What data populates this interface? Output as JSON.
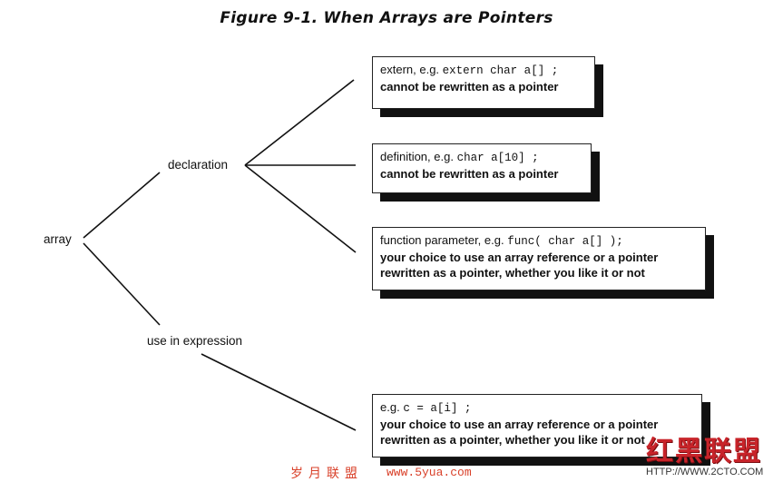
{
  "title": "Figure 9-1. When Arrays are Pointers",
  "nodes": {
    "root": "array",
    "declaration": "declaration",
    "expression": "use in expression"
  },
  "boxes": [
    {
      "line1_text": "extern, e.g.",
      "line1_code": "extern char a[] ;",
      "line2": "cannot be rewritten as a pointer",
      "line3": ""
    },
    {
      "line1_text": "definition, e.g.",
      "line1_code": "char a[10] ;",
      "line2": "cannot be rewritten as a pointer",
      "line3": ""
    },
    {
      "line1_text": "function parameter, e.g.",
      "line1_code": "func( char a[] );",
      "line2": "your choice to use an array reference or a pointer",
      "line3": "rewritten as a pointer, whether you like it or not"
    },
    {
      "line1_text": "e.g.",
      "line1_code": "c = a[i] ;",
      "line2": "your choice to use an array reference or a pointer",
      "line3": "rewritten as a pointer, whether you like it or not"
    }
  ],
  "watermarks": {
    "left": "岁月联盟",
    "site": "www.5yua.com",
    "logo": "红黑联盟",
    "url": "HTTP://WWW.2CTO.COM"
  }
}
